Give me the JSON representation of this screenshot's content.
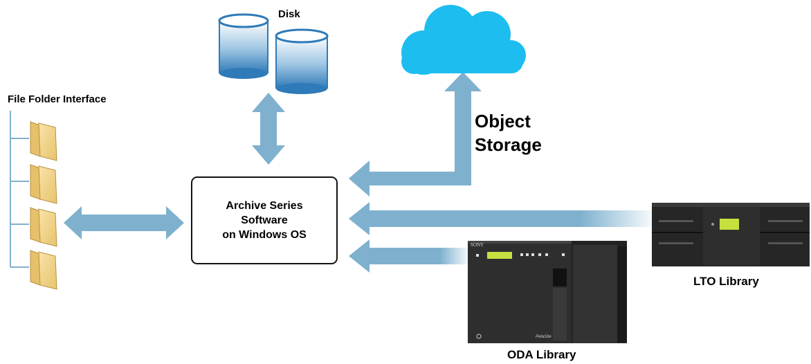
{
  "labels": {
    "file_folder_interface": "File Folder Interface",
    "disk": "Disk",
    "object_storage_line1": "Object",
    "object_storage_line2": "Storage",
    "lto_library": "LTO Library",
    "oda_library": "ODA Library"
  },
  "center_box": {
    "line1": "Archive Series",
    "line2": "Software",
    "line3": "on Windows OS"
  },
  "oda_device": {
    "brand": "SONY",
    "model": "PetaSite"
  },
  "colors": {
    "arrow": "#7fb1cf",
    "cloud": "#1dbdf0",
    "folder": "#f3d48c",
    "disk_light": "#ffffff",
    "disk_dark": "#2f7ab8",
    "device_body": "#2b2b2b",
    "lcd": "#c6e040"
  }
}
